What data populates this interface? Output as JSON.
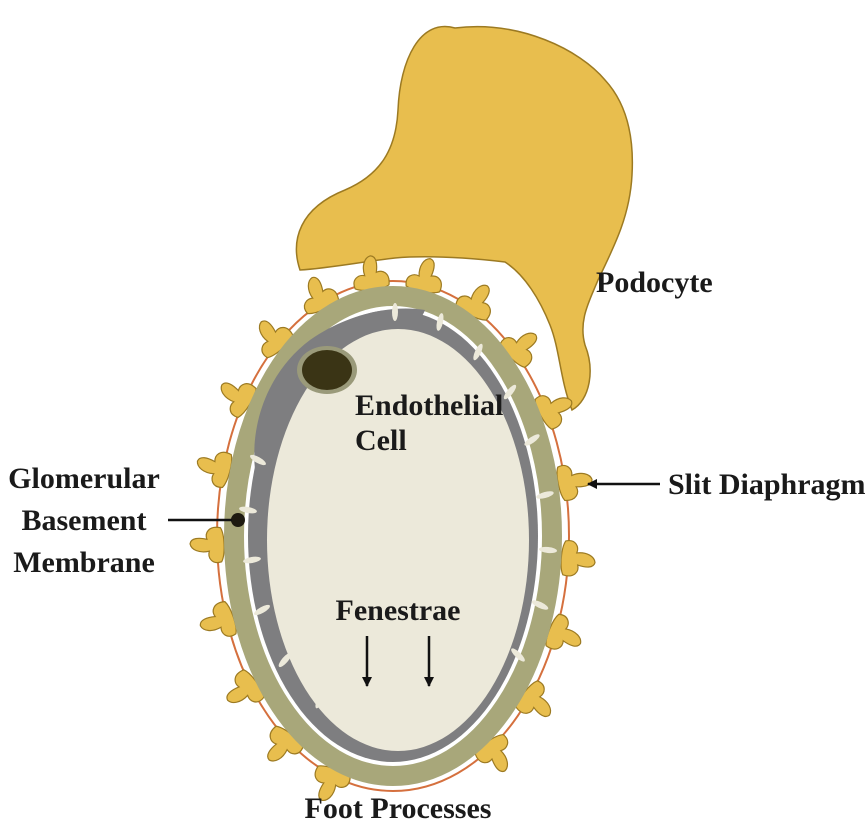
{
  "labels": {
    "podocyte": "Podocyte",
    "endothelial_line1": "Endothelial",
    "endothelial_line2": "Cell",
    "slit_diaphragm": "Slit Diaphragm",
    "gbm_line1": "Glomerular",
    "gbm_line2": "Basement",
    "gbm_line3": "Membrane",
    "fenestrae": "Fenestrae",
    "foot_processes": "Foot Processes"
  },
  "colors": {
    "podocyte_fill": "#E8BE4E",
    "podocyte_stroke": "#9C7A22",
    "membrane": "#A8A77A",
    "lumen": "#ECE9DA",
    "endothelium": "#7E7E80",
    "nucleus": "#3A3415",
    "slit_line": "#D5703E",
    "arrow": "#111111"
  }
}
